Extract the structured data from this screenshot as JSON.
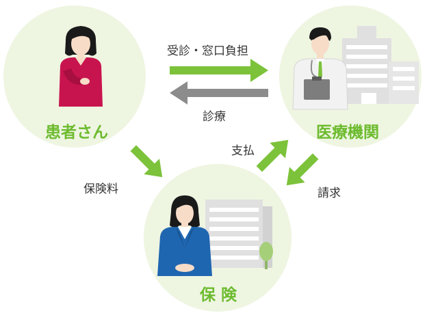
{
  "nodes": {
    "patient": {
      "label": "患者さん"
    },
    "hospital": {
      "label": "医療機関"
    },
    "insurance": {
      "label": "保 険"
    }
  },
  "edges": {
    "patient_to_hospital": {
      "label": "受診・窓口負担"
    },
    "hospital_to_patient": {
      "label": "診療"
    },
    "patient_to_insurance": {
      "label": "保険料"
    },
    "insurance_to_hospital": {
      "label": "支払"
    },
    "hospital_to_insurance": {
      "label": "請求"
    }
  },
  "colors": {
    "circle_fill": "#eef5e1",
    "label_green": "#6dbb2f",
    "arrow_green": "#7cc23a",
    "arrow_gray": "#8c8c8c",
    "text": "#333333",
    "patient_top": "#c8144e",
    "doctor_coat": "#f2f2f2",
    "agent_suit": "#1f66b0",
    "building": "#e0e0e0"
  }
}
